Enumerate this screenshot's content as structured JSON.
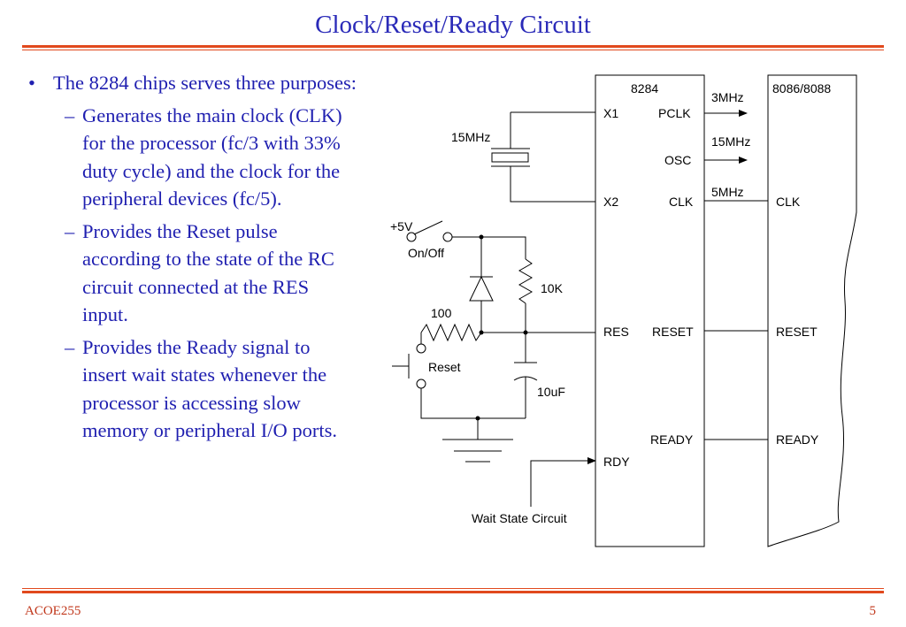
{
  "slide": {
    "title": "Clock/Reset/Ready Circuit",
    "footer_left": "ACOE255",
    "page_number": "5"
  },
  "bullets": {
    "main": "The 8284 chips serves three purposes:",
    "subitems": [
      "Generates the main clock (CLK) for the processor (fc/3 with 33% duty cycle) and the clock for the peripheral devices (fc/5).",
      "Provides the Reset pulse according to the state of the RC circuit connected at the RES input.",
      "Provides the Ready signal to insert wait states whenever the processor is accessing slow memory or peripheral I/O ports."
    ]
  },
  "diagram": {
    "chip_8284": "8284",
    "chip_8086": "8086/8088",
    "pins_8284": {
      "x1": "X1",
      "pclk": "PCLK",
      "osc": "OSC",
      "x2": "X2",
      "clk": "CLK",
      "res": "RES",
      "reset": "RESET",
      "ready": "READY",
      "rdy": "RDY"
    },
    "pins_8086": {
      "clk": "CLK",
      "reset": "RESET",
      "ready": "READY"
    },
    "signals": {
      "f_3mhz": "3MHz",
      "f_15mhz_osc": "15MHz",
      "f_5mhz": "5MHz"
    },
    "crystal": "15MHz",
    "supply": "+5V",
    "switch": "On/Off",
    "r_10k": "10K",
    "r_100": "100",
    "reset_button": "Reset",
    "capacitor": "10uF",
    "wait_state": "Wait State Circuit"
  }
}
